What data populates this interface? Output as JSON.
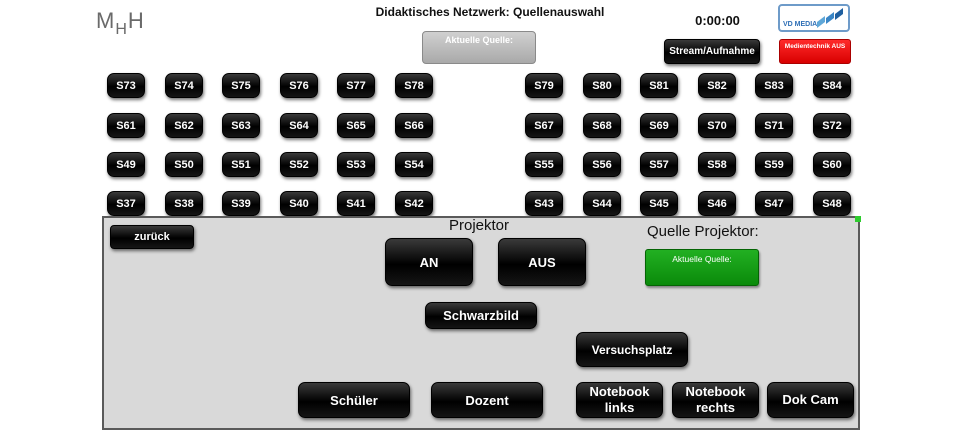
{
  "logo": {
    "text": "MHH",
    "parts": [
      "M",
      "H",
      "H"
    ]
  },
  "header": {
    "title": "Didaktisches Netzwerk: Quellenauswahl",
    "clock": "0:00:00",
    "brand": "VD MEDIA"
  },
  "top": {
    "aktuelle_quelle": "Aktuelle Quelle:",
    "stream": "Stream/Aufnahme",
    "medientechnik": "Medientechnik AUS"
  },
  "seats": {
    "row1_left": [
      "S73",
      "S74",
      "S75",
      "S76",
      "S77",
      "S78"
    ],
    "row1_right": [
      "S79",
      "S80",
      "S81",
      "S82",
      "S83",
      "S84"
    ],
    "row2_left": [
      "S61",
      "S62",
      "S63",
      "S64",
      "S65",
      "S66"
    ],
    "row2_right": [
      "S67",
      "S68",
      "S69",
      "S70",
      "S71",
      "S72"
    ],
    "row3_left": [
      "S49",
      "S50",
      "S51",
      "S52",
      "S53",
      "S54"
    ],
    "row3_right": [
      "S55",
      "S56",
      "S57",
      "S58",
      "S59",
      "S60"
    ],
    "row4_left": [
      "S37",
      "S38",
      "S39",
      "S40",
      "S41",
      "S42"
    ],
    "row4_right": [
      "S43",
      "S44",
      "S45",
      "S46",
      "S47",
      "S48"
    ]
  },
  "panel": {
    "zurueck": "zurück",
    "projektor": "Projektor",
    "an": "AN",
    "aus": "AUS",
    "quelle_projektor": "Quelle Projektor:",
    "aktuelle_quelle": "Aktuelle Quelle:",
    "schwarzbild": "Schwarzbild",
    "versuchsplatz": "Versuchsplatz",
    "schueler": "Schüler",
    "dozent": "Dozent",
    "notebook_links": "Notebook links",
    "notebook_rechts": "Notebook rechts",
    "dok_cam": "Dok Cam"
  },
  "colors": {
    "accent_green": "#119c11",
    "alert_red": "#e80000",
    "panel_bg": "#d9d9d9"
  }
}
